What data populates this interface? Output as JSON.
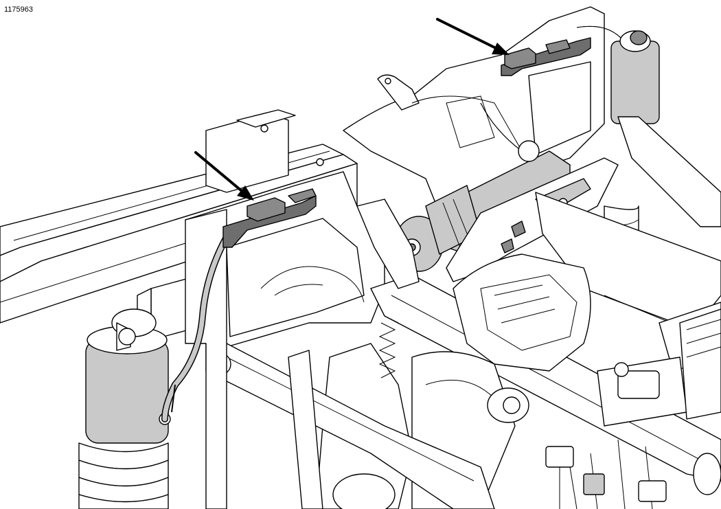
{
  "figure": {
    "id_label": "1175963"
  },
  "callouts": {
    "count": 2,
    "target": "hose-bracket"
  },
  "colors": {
    "line": "#000000",
    "background": "#ffffff",
    "shade_light": "#c9c9c9",
    "shade_mid": "#8a8a8a",
    "shade_dark": "#6e6e6e"
  }
}
